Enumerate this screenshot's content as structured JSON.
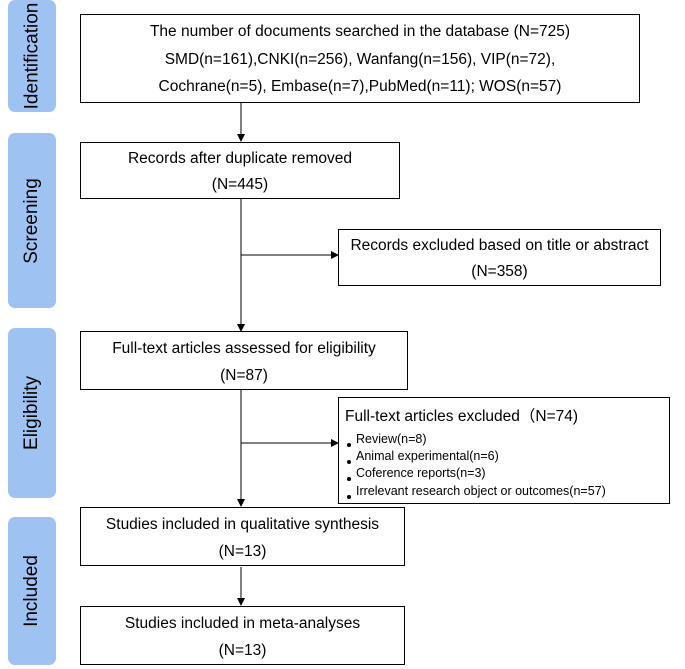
{
  "stages": {
    "identification": "Identification",
    "screening": "Screening",
    "eligibility": "Eligibility",
    "included": "Included"
  },
  "colors": {
    "stage_fill": "#9ec3f2",
    "line": "#000000"
  },
  "boxes": {
    "identification": {
      "line1": "The number of documents searched in the database (N=725)",
      "line2": "SMD(n=161),CNKI(n=256), Wanfang(n=156), VIP(n=72),",
      "line3": "Cochrane(n=5), Embase(n=7),PubMed(n=11); WOS(n=57)"
    },
    "duplicates_removed": {
      "line1": "Records after duplicate removed",
      "line2": "(N=445)"
    },
    "excluded_title_abstract": {
      "line1": "Records excluded based on title or abstract",
      "line2": "(N=358)"
    },
    "full_text_assessed": {
      "line1": "Full-text articles assessed for eligibility",
      "line2": "(N=87)"
    },
    "full_text_excluded": {
      "title": "Full-text articles excluded（N=74)",
      "reasons": [
        "Review(n=8)",
        "Animal experimental(n=6)",
        "Coference reports(n=3)",
        "Irrelevant research object or outcomes(n=57)"
      ]
    },
    "qualitative": {
      "line1": "Studies included in qualitative synthesis",
      "line2": "(N=13)"
    },
    "meta_analyses": {
      "line1": "Studies included in meta-analyses",
      "line2": "(N=13)"
    }
  }
}
